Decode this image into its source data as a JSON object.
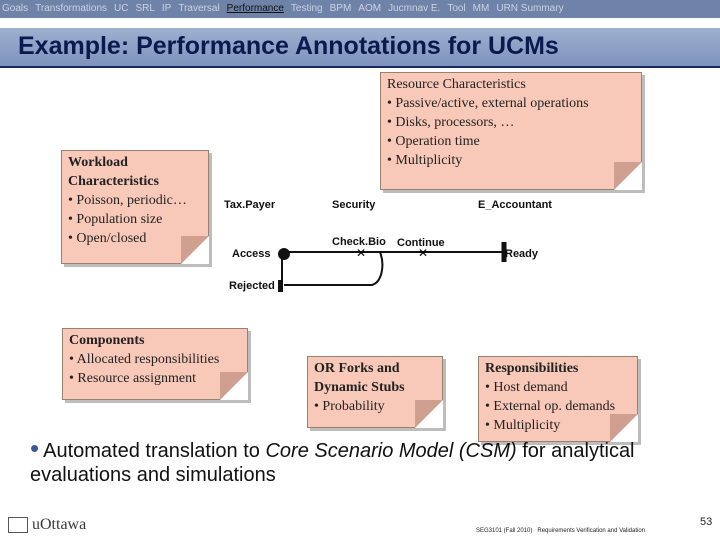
{
  "nav": {
    "items": [
      "Goals",
      "Transformations",
      "UC",
      "SRL",
      "IP",
      "Traversal",
      "Performance",
      "Testing",
      "BPM",
      "AOM",
      "Jucmnav E.",
      "Tool",
      "MM",
      "URN Summary"
    ],
    "active_index": 6
  },
  "title": "Example: Performance Annotations for UCMs",
  "notes": {
    "resource": {
      "heading": "Resource Characteristics",
      "items": [
        "• Passive/active, external operations",
        "• Disks, processors, …",
        "• Operation time",
        "• Multiplicity"
      ]
    },
    "workload": {
      "heading_line1": "Workload",
      "heading_line2": "Characteristics",
      "items": [
        "• Poisson, periodic…",
        "• Population size",
        "• Open/closed"
      ]
    },
    "components": {
      "heading": "Components",
      "items": [
        "• Allocated responsibilities",
        "• Resource assignment"
      ]
    },
    "orforks": {
      "heading_line1": "OR Forks and",
      "heading_line2": "Dynamic Stubs",
      "items": [
        "• Probability"
      ]
    },
    "responsibilities": {
      "heading": "Responsibilities",
      "items": [
        "• Host demand",
        "• External op. demands",
        "• Multiplicity"
      ]
    }
  },
  "ucm": {
    "taxpayer": "Tax.Payer",
    "security": "Security",
    "accountant": "E_Accountant",
    "access": "Access",
    "checkbio": "Check.Bio",
    "continue": "Continue",
    "ready": "Ready",
    "rejected": "Rejected"
  },
  "bullet": {
    "pre": "Automated translation to ",
    "em": "Core Scenario Model (CSM)",
    "post": " for analytical evaluations and simulations"
  },
  "footer": {
    "logo": "uOttawa",
    "course": "SEG3101 (Fall 2010)",
    "subject": "Requirements Verification and Validation",
    "page": "53"
  },
  "colors": {
    "nav_bg": "#6f83a8",
    "title_text": "#0b1a4e",
    "note_bg": "#f8c8b8",
    "bullet": "#3a5a9a"
  }
}
